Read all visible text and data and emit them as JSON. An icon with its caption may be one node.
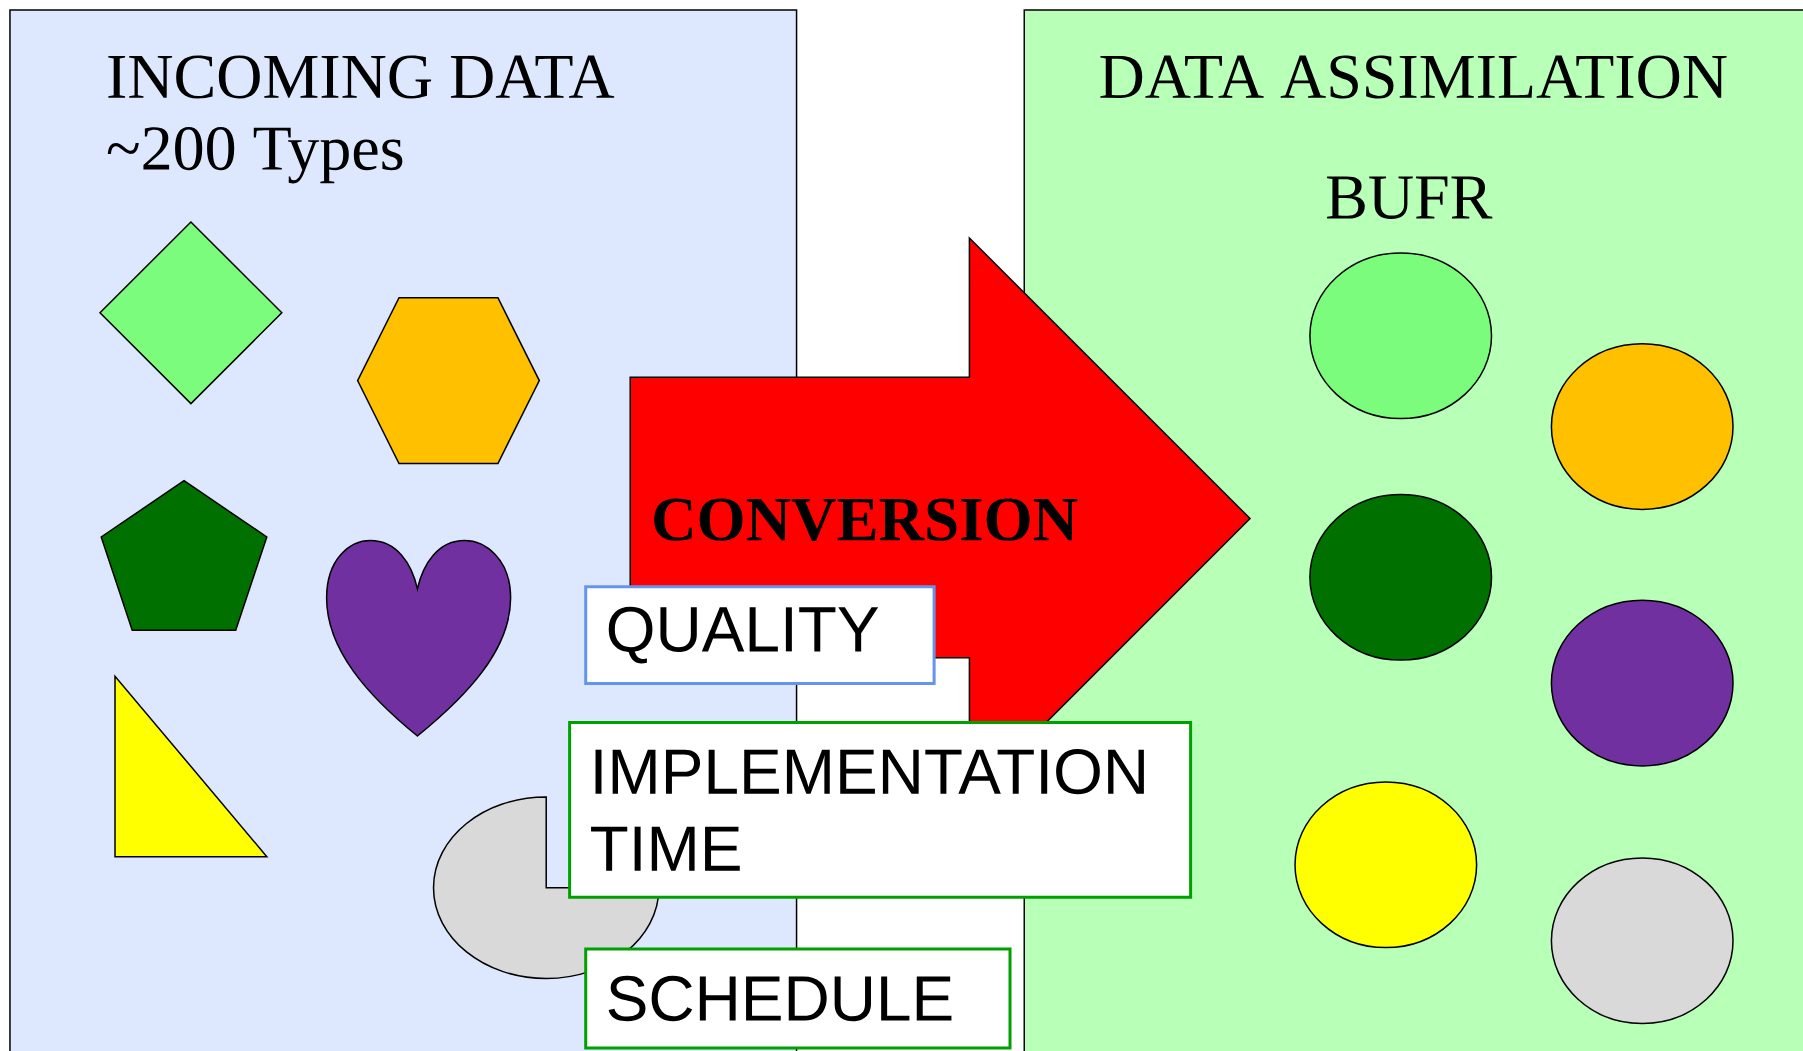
{
  "diagram": {
    "nodes": [
      {
        "text": [
          "INCOMING DATA",
          "~200 Types"
        ]
      },
      {
        "text": [],
        "shape": "diamond",
        "in": 0
      },
      {
        "text": [],
        "shape": "hexagon",
        "in": 0
      },
      {
        "text": [],
        "shape": "pentagon",
        "in": 0
      },
      {
        "text": [],
        "shape": "heart",
        "in": 0
      },
      {
        "text": [],
        "shape": "triangle",
        "in": 0
      },
      {
        "text": [],
        "shape": "pie",
        "in": 0
      },
      {
        "text": [
          "CONVERSION"
        ]
      },
      {
        "text": [
          "QUALITY"
        ]
      },
      {
        "text": [
          "IMPLEMENTATION TIME"
        ]
      },
      {
        "text": [
          "SCHEDULE"
        ]
      },
      {
        "text": [
          "DATA ASSIMILATION",
          "BUFR"
        ]
      },
      {
        "text": [],
        "shape": "circle",
        "in": 11
      },
      {
        "text": [],
        "shape": "circle",
        "in": 11
      },
      {
        "text": [],
        "shape": "circle",
        "in": 11
      },
      {
        "text": [],
        "shape": "circle",
        "in": 11
      },
      {
        "text": [],
        "shape": "circle",
        "in": 11
      },
      {
        "text": [],
        "shape": "circle",
        "in": 11
      }
    ]
  }
}
